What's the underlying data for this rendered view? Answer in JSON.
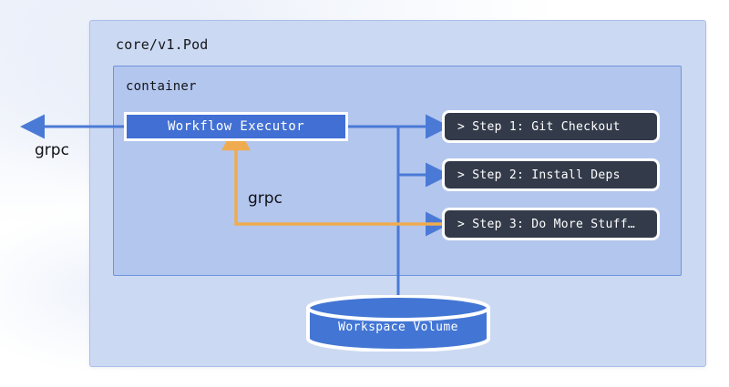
{
  "diagram": {
    "title": "core/v1.Pod workflow executor diagram",
    "pod": {
      "label": "core/v1.Pod",
      "fill": "#ccd9f2",
      "stroke": "#a9bfea"
    },
    "container": {
      "label": "container",
      "fill": "#b3c6ee",
      "stroke": "#6f94dd"
    },
    "executor": {
      "label": "Workflow Executor",
      "fill": "#416fd4",
      "stroke": "#ffffff",
      "text_color": "#ffffff"
    },
    "steps": [
      {
        "label": "> Step 1: Git Checkout"
      },
      {
        "label": "> Step 2: Install Deps"
      },
      {
        "label": "> Step 3: Do More Stuff…"
      }
    ],
    "step_style": {
      "fill": "#333b4a",
      "stroke": "#ffffff",
      "text_color": "#ffffff"
    },
    "volume": {
      "label": "Workspace Volume",
      "fill": "#4376d4",
      "stroke": "#ffffff",
      "text_color": "#ffffff"
    },
    "edges": [
      {
        "name": "grpc-out",
        "label": "grpc",
        "color": "#4a7ad6",
        "from": "Workflow Executor",
        "to": "external",
        "direction": "left"
      },
      {
        "name": "executor-to-step-1",
        "label": "",
        "color": "#4a7ad6",
        "from": "Workflow Executor",
        "to": "> Step 1: Git Checkout"
      },
      {
        "name": "executor-to-step-2",
        "label": "",
        "color": "#4a7ad6",
        "from": "Workflow Executor",
        "to": "> Step 2: Install Deps"
      },
      {
        "name": "executor-to-step-3",
        "label": "",
        "color": "#4a7ad6",
        "from": "Workflow Executor",
        "to": "> Step 3: Do More Stuff…"
      },
      {
        "name": "executor-to-volume",
        "label": "",
        "color": "#4a7ad6",
        "from": "Workflow Executor",
        "to": "Workspace Volume"
      },
      {
        "name": "grpc-callback",
        "label": "grpc",
        "color": "#efab4f",
        "from": "> Step 3: Do More Stuff…",
        "to": "Workflow Executor",
        "direction": "up"
      }
    ],
    "colors": {
      "background": "#ffffff",
      "blue_line": "#4a7ad6",
      "orange_line": "#efab4f",
      "dark_box": "#333b4a",
      "text_dark": "#14151a"
    }
  }
}
